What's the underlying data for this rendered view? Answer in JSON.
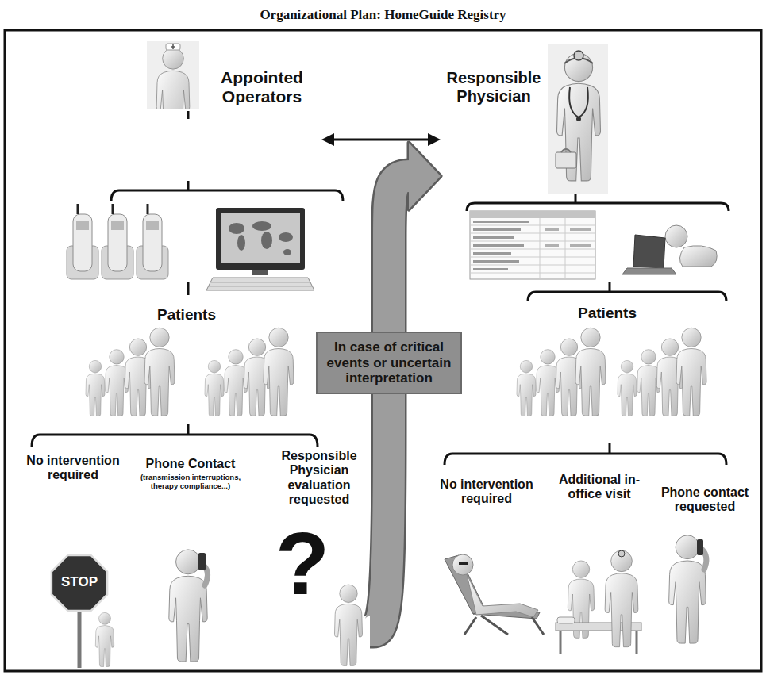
{
  "diagram": {
    "title": "Organizational Plan: HomeGuide Registry",
    "nodes": [
      {
        "text": [
          "Appointed Operators"
        ]
      },
      {
        "text": [
          "Responsible Physician"
        ]
      },
      {
        "text": [
          "Patients"
        ]
      },
      {
        "text": [
          "In case of critical events or uncertain interpretation"
        ]
      },
      {
        "text": [
          "Patients"
        ]
      },
      {
        "text": [
          "No intervention required"
        ]
      },
      {
        "text": [
          "Phone Contact",
          "(transmission interruptions, therapy compliance...)"
        ]
      },
      {
        "text": [
          "Responsible Physician evaluation requested"
        ]
      },
      {
        "text": [
          "No intervention required"
        ]
      },
      {
        "text": [
          "Additional in-office visit"
        ]
      },
      {
        "text": [
          "Phone contact requested"
        ]
      }
    ],
    "edges": [
      {
        "from": 0,
        "to": 1,
        "arrow": "both"
      },
      {
        "from": 7,
        "to": 3,
        "arrow": "none"
      },
      {
        "from": 3,
        "to": 1,
        "arrow": "to"
      }
    ],
    "labels": [
      "STOP",
      "?"
    ]
  }
}
